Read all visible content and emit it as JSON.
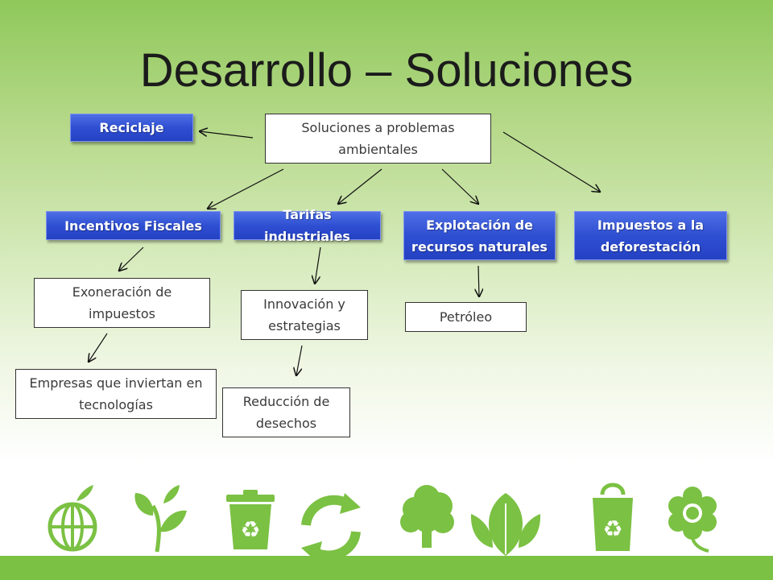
{
  "slide": {
    "title": "Desarrollo – Soluciones"
  },
  "diagram": {
    "root": "Soluciones a problemas ambientales",
    "reciclaje": "Reciclaje",
    "categories": {
      "incentivos": "Incentivos Fiscales",
      "tarifas": "Tarifas industriales",
      "explotacion": "Explotación de recursos naturales",
      "impuestos": "Impuestos a la deforestación"
    },
    "details": {
      "exoneracion": "Exoneración de impuestos",
      "empresas": "Empresas que inviertan en tecnologías",
      "innovacion": "Innovación y estrategias",
      "reduccion": "Reducción de desechos",
      "petroleo": "Petróleo"
    }
  },
  "icons": [
    "globe-apple-icon",
    "sprout-icon",
    "recycle-bin-icon",
    "recycle-arrows-icon",
    "tree-icon",
    "leaves-icon",
    "recycle-bag-icon",
    "flower-icon"
  ],
  "colors": {
    "node_blue": "#2f4fd2",
    "icon_green": "#7bc143",
    "bottom_bar": "#7bc143"
  }
}
